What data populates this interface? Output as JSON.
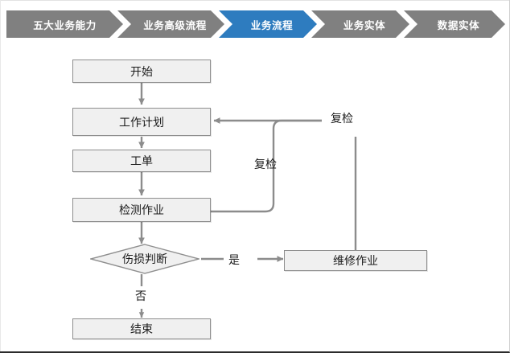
{
  "breadcrumb": {
    "steps": [
      {
        "label": "五大业务能力",
        "state": "inactive",
        "color": "#808080"
      },
      {
        "label": "业务高级流程",
        "state": "inactive",
        "color": "#808080"
      },
      {
        "label": "业务流程",
        "state": "active",
        "color": "#2e7cbf"
      },
      {
        "label": "业务实体",
        "state": "inactive",
        "color": "#808080"
      },
      {
        "label": "数据实体",
        "state": "inactive",
        "color": "#808080"
      }
    ]
  },
  "flowchart": {
    "type": "flowchart",
    "nodes": [
      {
        "id": "start",
        "label": "开始",
        "shape": "rect"
      },
      {
        "id": "work_plan",
        "label": "工作计划",
        "shape": "rect"
      },
      {
        "id": "work_order",
        "label": "工单",
        "shape": "rect"
      },
      {
        "id": "inspection",
        "label": "检测作业",
        "shape": "rect"
      },
      {
        "id": "damage",
        "label": "伤损判断",
        "shape": "diamond"
      },
      {
        "id": "repair",
        "label": "维修作业",
        "shape": "rect"
      },
      {
        "id": "end",
        "label": "结束",
        "shape": "rect"
      }
    ],
    "edge_labels": {
      "recheck_top": "复检",
      "recheck_mid": "复检",
      "yes": "是",
      "no": "否"
    },
    "colors": {
      "node_fill": "#f0f0f0",
      "node_border": "#8e8e8e",
      "connector": "#8c8c8c",
      "text": "#1b1b1b"
    }
  }
}
